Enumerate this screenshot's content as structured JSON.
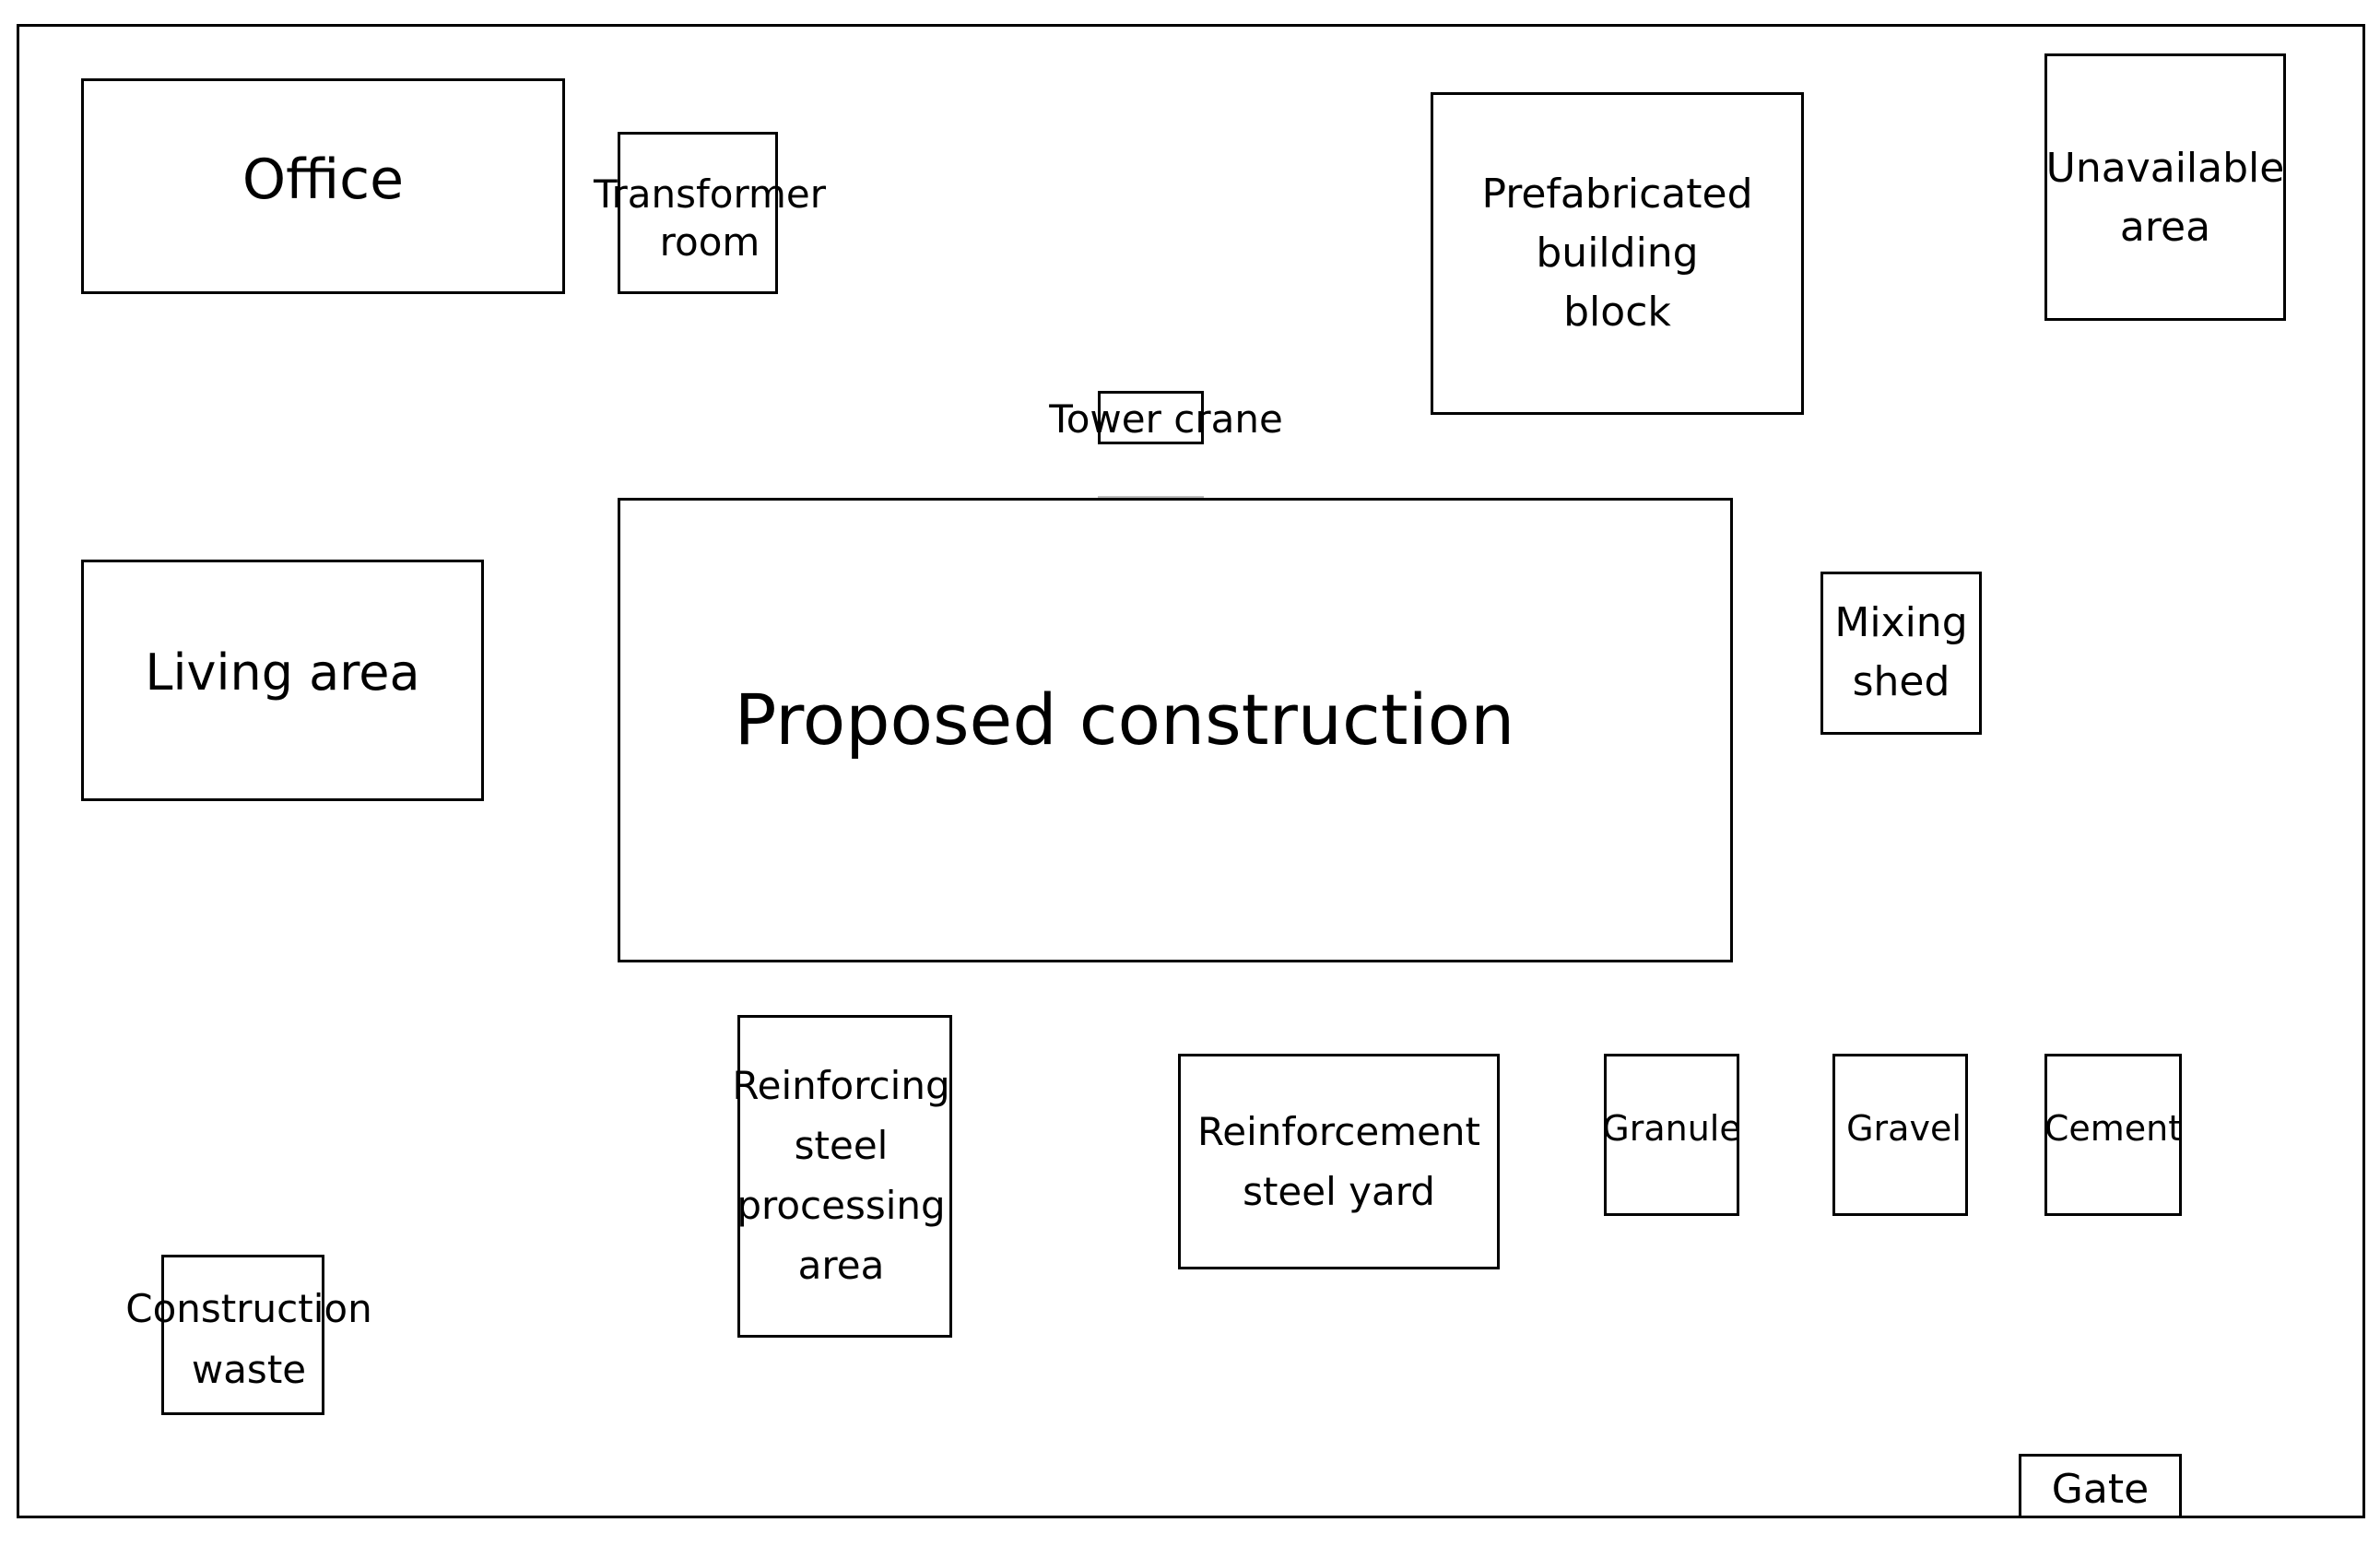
{
  "diagram": {
    "zones": {
      "office": "Office",
      "transformer_room": "Transformer\nroom",
      "prefabricated_block": "Prefabricated\nbuilding\nblock",
      "unavailable_area": "Unavailable\narea",
      "tower_crane": "Tower crane",
      "living_area": "Living area",
      "proposed_construction": "Proposed construction",
      "mixing_shed": "Mixing\nshed",
      "steel_processing": "Reinforcing\nsteel\nprocessing\narea",
      "steel_yard": "Reinforcement\nsteel yard",
      "granule": "Granule",
      "gravel": "Gravel",
      "cement": "Cement",
      "construction_waste": "Construction\nwaste",
      "gate": "Gate"
    }
  }
}
